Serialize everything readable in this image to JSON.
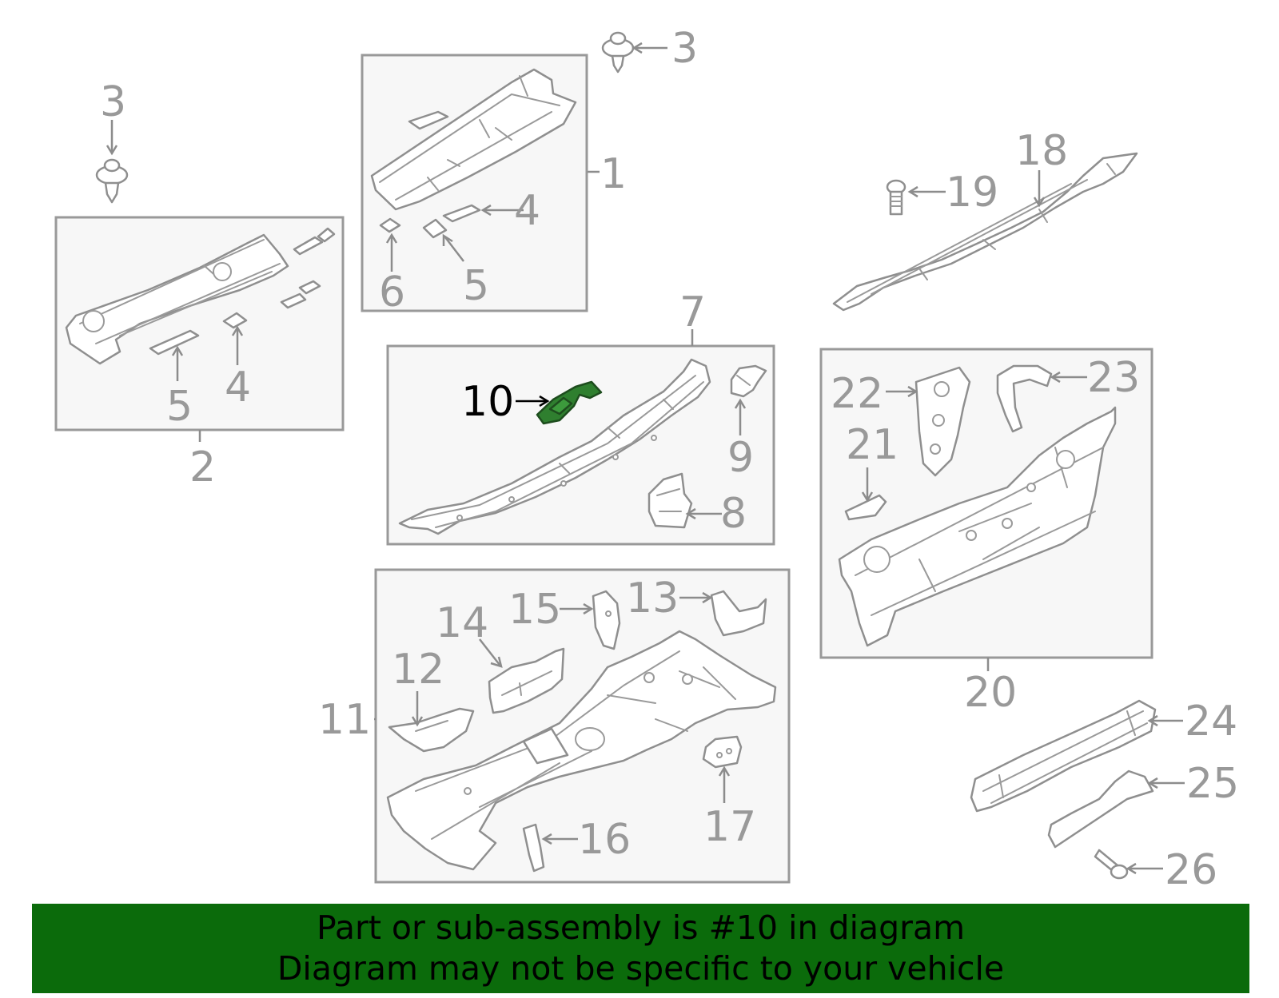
{
  "colors": {
    "banner_background": "#0b6b0b",
    "highlight_fill": "#2f7f2f",
    "label_gray": "#999999",
    "highlight_label": "#000000"
  },
  "highlighted_part": "10",
  "callouts": {
    "c1": "1",
    "c2": "2",
    "c3a": "3",
    "c3b": "3",
    "c4a": "4",
    "c4b": "4",
    "c5a": "5",
    "c5b": "5",
    "c6": "6",
    "c7": "7",
    "c8": "8",
    "c9": "9",
    "c10": "10",
    "c11": "11",
    "c12": "12",
    "c13": "13",
    "c14": "14",
    "c15": "15",
    "c16": "16",
    "c17": "17",
    "c18": "18",
    "c19": "19",
    "c20": "20",
    "c21": "21",
    "c22": "22",
    "c23": "23",
    "c24": "24",
    "c25": "25",
    "c26": "26"
  },
  "banner": {
    "line1": "Part or sub-assembly is #10 in diagram",
    "line2": "Diagram may not be specific to your vehicle"
  }
}
